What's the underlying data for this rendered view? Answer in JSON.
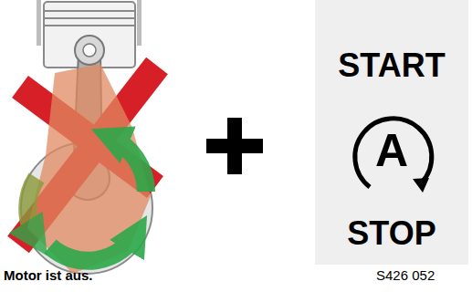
{
  "diagram": {
    "caption": "Motor ist aus.",
    "nodes": [
      {
        "text": [
          "START",
          "A",
          "STOP"
        ]
      }
    ],
    "labels": [
      "S426 052"
    ]
  }
}
